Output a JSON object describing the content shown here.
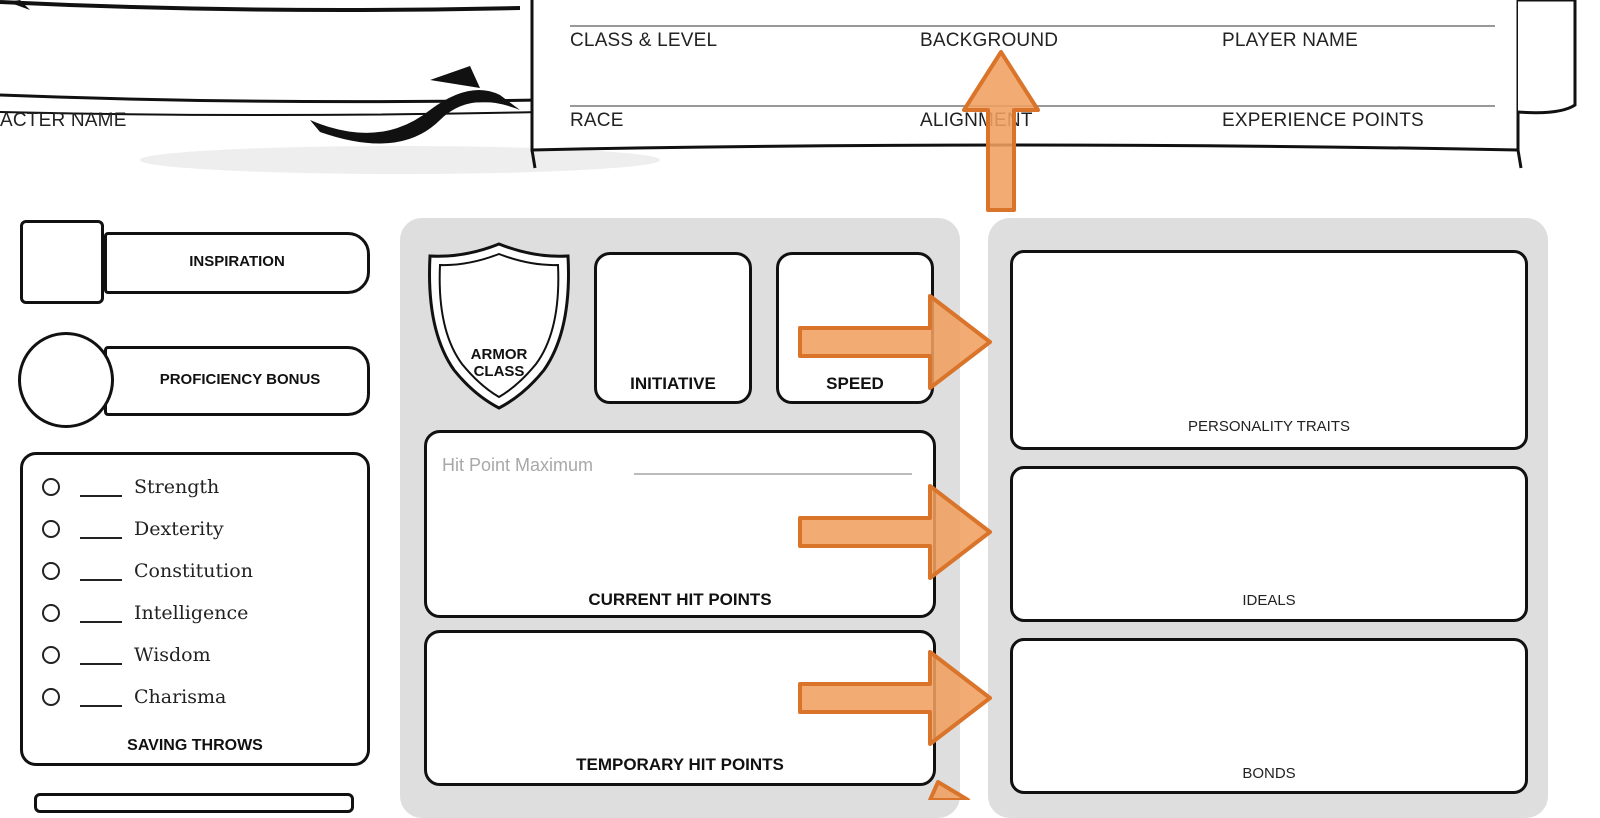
{
  "header": {
    "character_name_label": "ACTER NAME",
    "class_level_label": "CLASS & LEVEL",
    "background_label": "BACKGROUND",
    "player_name_label": "PLAYER NAME",
    "race_label": "RACE",
    "alignment_label": "ALIGNMENT",
    "experience_points_label": "EXPERIENCE POINTS"
  },
  "left": {
    "inspiration_label": "INSPIRATION",
    "proficiency_bonus_label": "PROFICIENCY BONUS",
    "saving_throws": [
      "Strength",
      "Dexterity",
      "Constitution",
      "Intelligence",
      "Wisdom",
      "Charisma"
    ],
    "saving_throws_label": "SAVING THROWS"
  },
  "combat": {
    "armor_class_label": "ARMOR CLASS",
    "initiative_label": "INITIATIVE",
    "speed_label": "SPEED",
    "hit_point_maximum_label": "Hit Point Maximum",
    "current_hit_points_label": "CURRENT HIT POINTS",
    "temporary_hit_points_label": "TEMPORARY HIT POINTS"
  },
  "traits": {
    "personality_traits_label": "PERSONALITY TRAITS",
    "ideals_label": "IDEALS",
    "bonds_label": "BONDS"
  },
  "colors": {
    "arrow_fill": "#f0a060",
    "arrow_stroke": "#d9742a",
    "panel_gray": "#dedede",
    "ink": "#111111"
  }
}
